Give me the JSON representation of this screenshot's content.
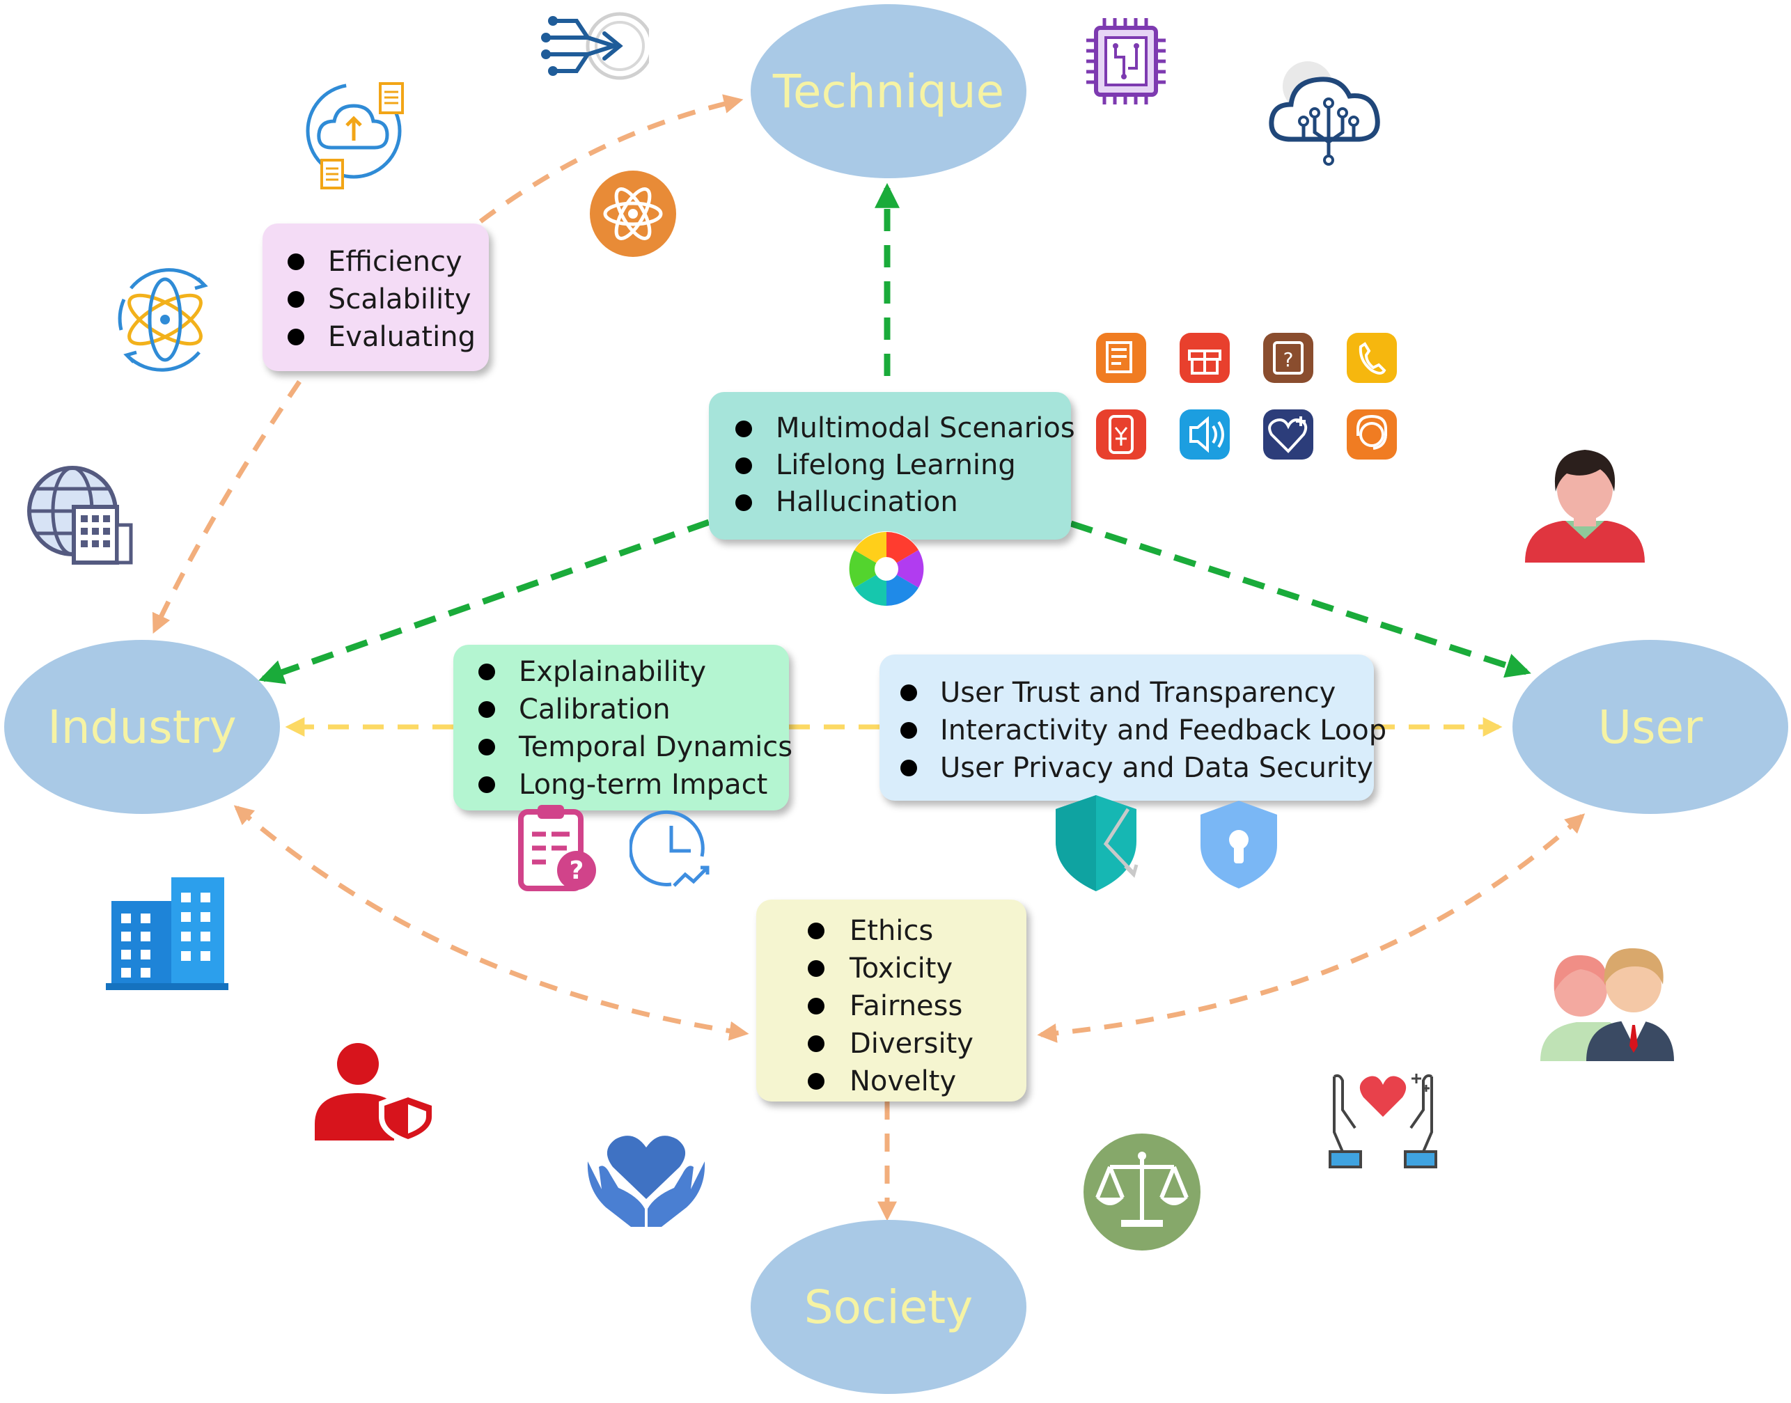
{
  "nodes": {
    "technique": "Technique",
    "industry": "Industry",
    "user": "User",
    "society": "Society"
  },
  "boxes": {
    "technique_industry": [
      "Efficiency",
      "Scalability",
      "Evaluating"
    ],
    "center": [
      "Multimodal Scenarios",
      "Lifelong Learning",
      "Hallucination"
    ],
    "left": [
      "Explainability",
      "Calibration",
      "Temporal Dynamics",
      "Long-term Impact"
    ],
    "right": [
      "User Trust and Transparency",
      "Interactivity and Feedback Loop",
      "User Privacy and Data Security"
    ],
    "society": [
      "Ethics",
      "Toxicity",
      "Fairness",
      "Diversity",
      "Novelty"
    ]
  },
  "colors": {
    "node_fill": "#a9c9e6",
    "node_text": "#f6f3a4",
    "arrow_green": "#1aab3a",
    "arrow_yellow": "#fcd964",
    "arrow_orange": "#f2ae7c",
    "box_technique_industry": "#f4dcf6",
    "box_center": "#a6e4da",
    "box_left": "#b4f5d1",
    "box_right": "#d9edfb",
    "box_society": "#f5f5d0"
  },
  "icons": [
    "circuit-arrow-icon",
    "cloud-upload-icon",
    "atom-orange-icon",
    "atom-cycle-icon",
    "globe-building-icon",
    "cpu-chip-icon",
    "cloud-network-icon",
    "app-grid-icons",
    "user-male-icon",
    "aperture-icon",
    "clipboard-question-icon",
    "clock-trend-icon",
    "shield-teal-icon",
    "shield-lock-icon",
    "office-building-icon",
    "user-shield-icon",
    "heart-hands-icon",
    "justice-scale-icon",
    "couple-icon",
    "hands-heart-icon"
  ]
}
